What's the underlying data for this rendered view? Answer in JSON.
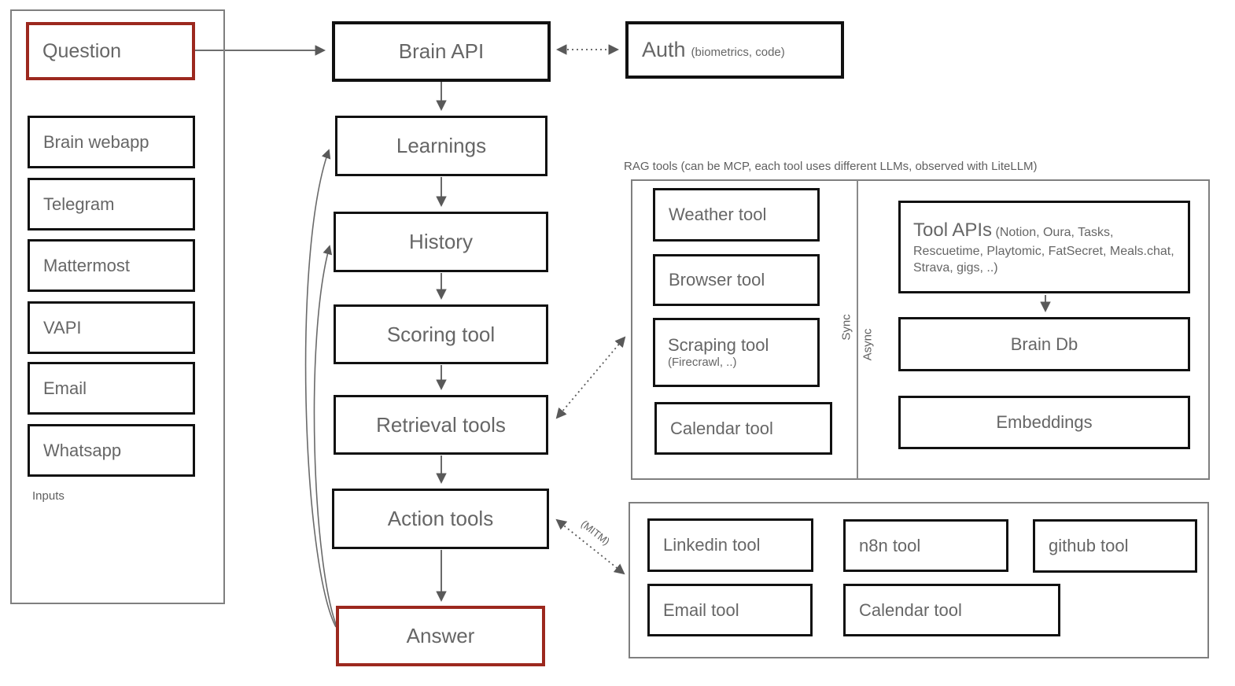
{
  "inputs_panel": {
    "label": "Inputs",
    "question": "Question",
    "items": [
      "Brain webapp",
      "Telegram",
      "Mattermost",
      "VAPI",
      "Email",
      "Whatsapp"
    ]
  },
  "pipeline": {
    "brain_api": "Brain API",
    "steps": [
      "Learnings",
      "History",
      "Scoring tool",
      "Retrieval tools",
      "Action tools"
    ],
    "answer": "Answer"
  },
  "auth": {
    "title": "Auth",
    "subtitle": "(biometrics, code)"
  },
  "rag_panel": {
    "label": "RAG tools (can be MCP, each tool uses different LLMs, observed with LiteLLM)",
    "sync_label": "Sync",
    "async_label": "Async",
    "weather_tool": "Weather tool",
    "browser_tool": "Browser tool",
    "scraping_tool": "Scraping tool",
    "scraping_sub": "(Firecrawl, ..)",
    "calendar_tool": "Calendar tool",
    "tool_apis_title": "Tool APIs",
    "tool_apis_sub": "(Notion, Oura, Tasks, Rescuetime, Playtomic, FatSecret, Meals.chat, Strava, gigs, ..)",
    "brain_db": "Brain Db",
    "embeddings": "Embeddings"
  },
  "action_panel": {
    "mitm_label": "(MITM)",
    "row1": [
      "Linkedin tool",
      "n8n tool",
      "github tool"
    ],
    "row2": [
      "Email tool",
      "Calendar tool"
    ]
  },
  "colors": {
    "accent_red": "#9c281e",
    "node_border": "#111111",
    "container_border": "#7f7f7f",
    "text": "#666666",
    "arrow": "#595959"
  }
}
